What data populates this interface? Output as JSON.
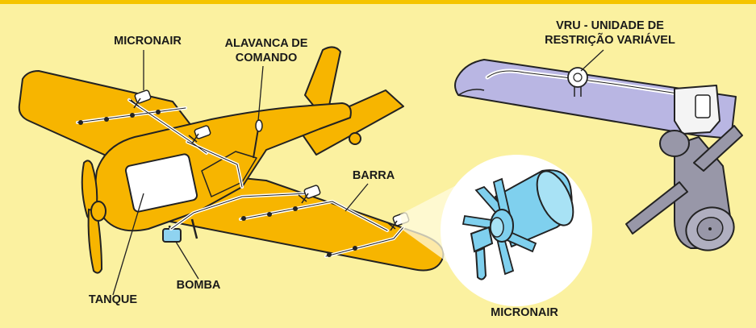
{
  "labels": {
    "micronair_top": "MICRONAIR",
    "alavanca_line1": "ALAVANCA DE",
    "alavanca_line2": "COMANDO",
    "barra": "BARRA",
    "tanque": "TANQUE",
    "bomba": "BOMBA",
    "micronair_bottom": "MICRONAIR",
    "vru_line1": "VRU - UNIDADE DE",
    "vru_line2": "RESTRIÇÃO VARIÁVEL"
  },
  "colors": {
    "background": "#fbf1a0",
    "top_stripe": "#f5c400",
    "airplane": "#f7b500",
    "outline": "#222222",
    "tank": "#ffffff",
    "pump": "#8fd3f0",
    "micronair_blue": "#7fd0ee",
    "vru_wing": "#b9b6e3",
    "vru_metal": "#9897a8"
  }
}
